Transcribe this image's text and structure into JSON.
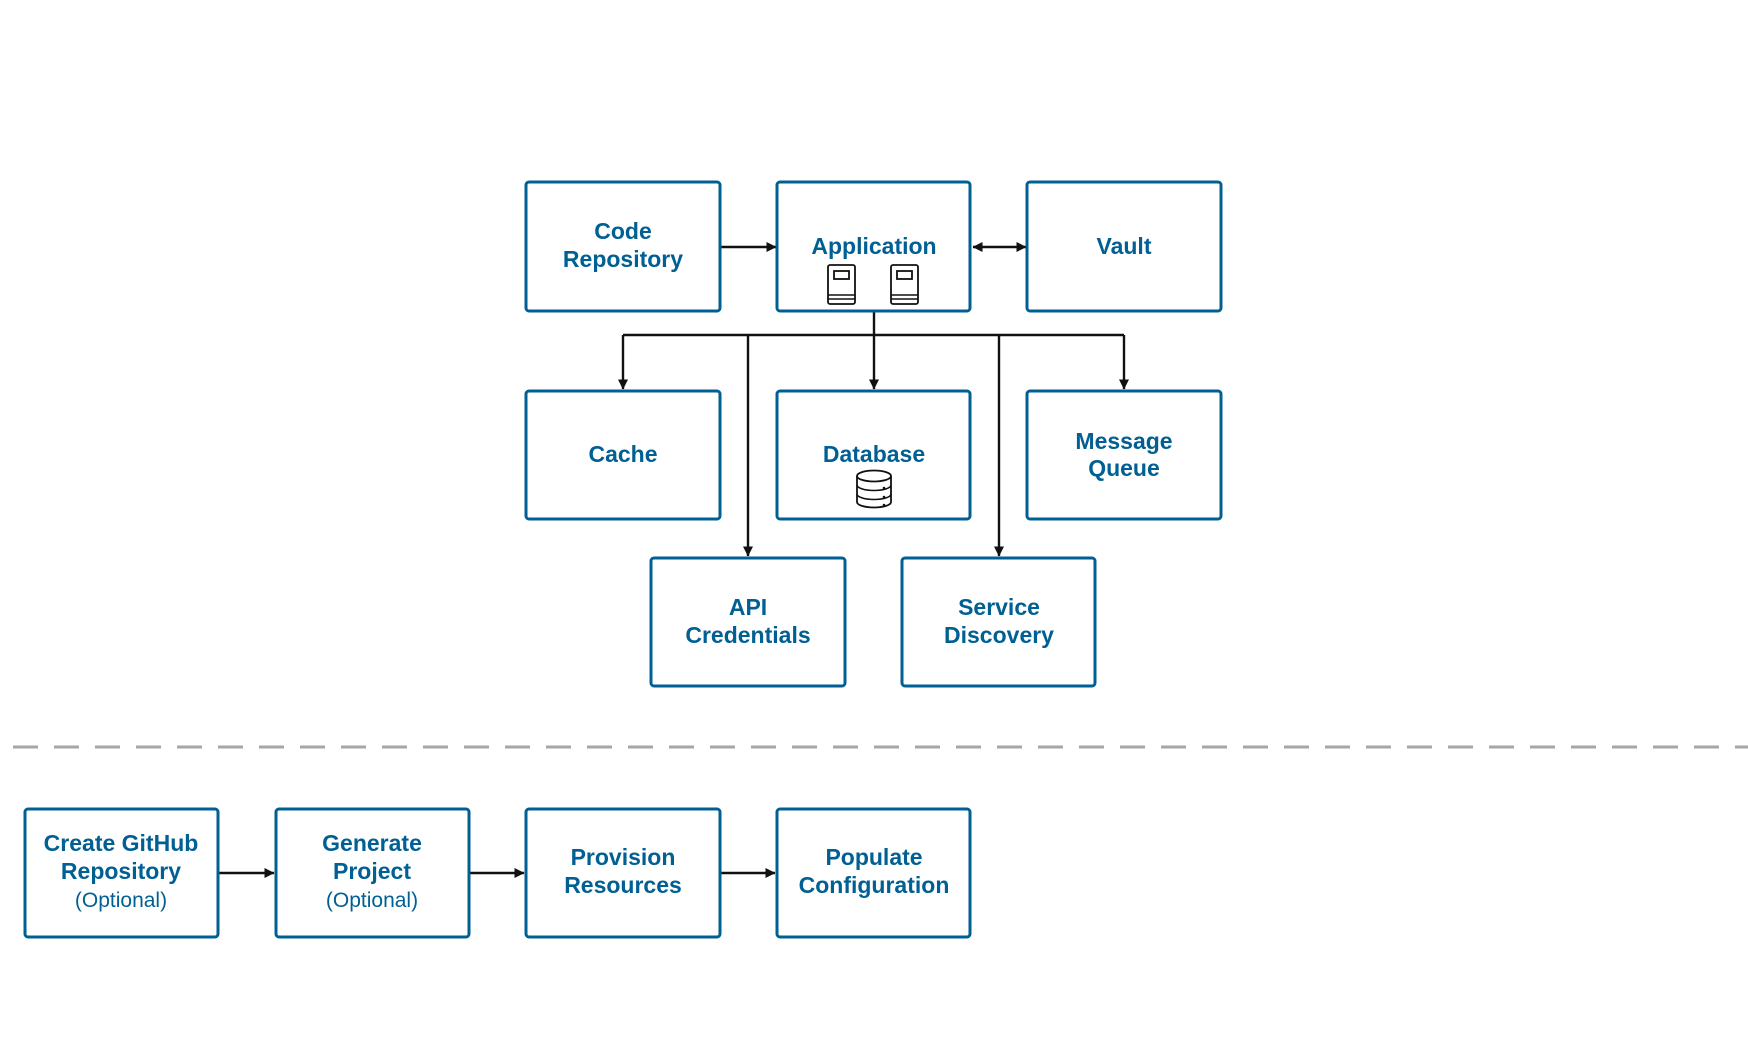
{
  "architecture": {
    "code_repository": [
      "Code",
      "Repository"
    ],
    "application": "Application",
    "vault": "Vault",
    "cache": "Cache",
    "database": "Database",
    "message_queue": [
      "Message",
      "Queue"
    ],
    "api_credentials": [
      "API",
      "Credentials"
    ],
    "service_discovery": [
      "Service",
      "Discovery"
    ]
  },
  "workflow": {
    "steps": [
      {
        "lines": [
          "Create GitHub",
          "Repository"
        ],
        "note": "(Optional)"
      },
      {
        "lines": [
          "Generate",
          "Project"
        ],
        "note": "(Optional)"
      },
      {
        "lines": [
          "Provision",
          "Resources"
        ]
      },
      {
        "lines": [
          "Populate",
          "Configuration"
        ]
      }
    ]
  },
  "icons": {
    "application": [
      "server-icon",
      "server-icon"
    ],
    "database": "database-icon"
  },
  "colors": {
    "box_stroke": "#005f93",
    "label": "#005f93",
    "connector": "#111111",
    "separator": "#a6a6a6"
  }
}
